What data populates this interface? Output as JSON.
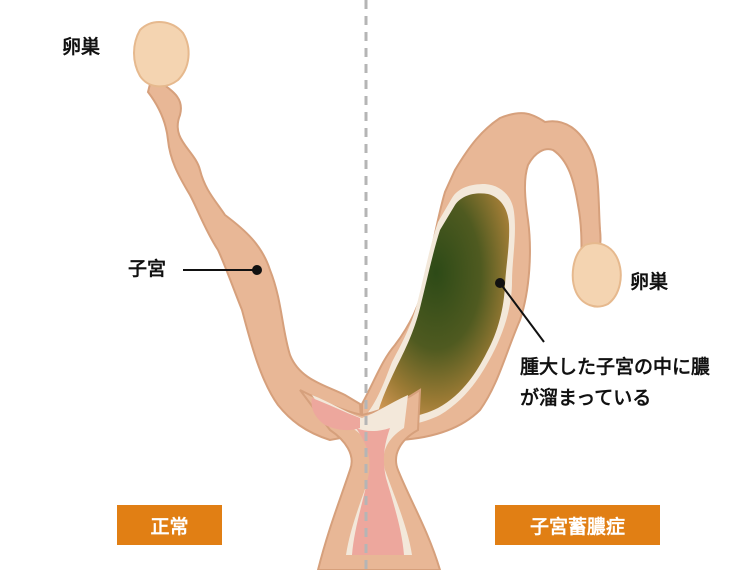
{
  "labels": {
    "ovary_left": "卵巣",
    "ovary_right": "卵巣",
    "uterus": "子宮",
    "pus_line1": "腫大した子宮の中に膿",
    "pus_line2": "が溜まっている"
  },
  "badges": {
    "normal": "正常",
    "pyometra": "子宮蓄膿症"
  },
  "colors": {
    "tissue": "#e8b796",
    "tissue_edge": "#d6a07c",
    "ovary": "#f4d4b1",
    "lining": "#f3e8da",
    "lumen_pink": "#eda79d",
    "pus_dark": "#2e4a18",
    "pus_light": "#c98f3c",
    "badge_bg": "#e17f14",
    "divider": "#b5b5b5"
  }
}
